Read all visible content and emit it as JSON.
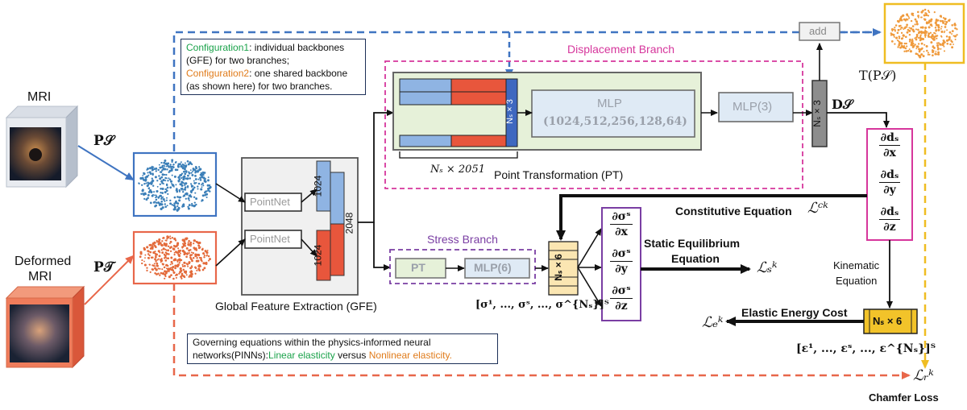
{
  "labels": {
    "mri": "MRI",
    "deformed_mri_line1": "Deformed",
    "deformed_mri_line2": "MRI",
    "ps": "P𝒮",
    "pt": "P𝒯",
    "pointnet_top": "PointNet",
    "pointnet_bottom": "PointNet",
    "feat_1024_top": "1024",
    "feat_1024_bottom": "1024",
    "feat_2048": "2048",
    "gfe": "Global Feature Extraction (GFE)",
    "displacement_branch": "Displacement Branch",
    "mlp_big_line1": "MLP",
    "mlp_big_line2": "(1024,512,256,128,64)",
    "mlp3": "MLP(3)",
    "ns_x3_left": "Nₛ × 3",
    "ns_x3_right": "Nₛ × 3",
    "ns_x_2051": "Nₛ × 2051",
    "point_transformation": "Point Transformation (PT)",
    "ds": "D𝒮",
    "add": "add",
    "t_ps": "T(P𝒮)",
    "stress_branch": "Stress Branch",
    "pt_small": "PT",
    "mlp6": "MLP(6)",
    "ns_x6_stress": "Nₛ × 6",
    "ns_x6_strain": "Nₛ × 6",
    "sigma_seq": "[σ¹, ..., σˢ, ..., σ^{Nₛ}]ᵀ",
    "eps_seq": "[ε¹, ..., εˢ, ..., ε^{Nₛ}]ᵀ",
    "constitutive": "Constitutive Equation",
    "lc": "ℒᶜᵏ",
    "static_eq_line1": "Static Equilibrium",
    "static_eq_line2": "Equation",
    "ls": "ℒₛᵏ",
    "kinematic_line1": "Kinematic",
    "kinematic_line2": "Equation",
    "elastic_energy": "Elastic Energy Cost",
    "le": "ℒₑᵏ",
    "lr": "ℒᵣᵏ",
    "chamfer": "Chamfer Loss",
    "dd_dx_num": "∂dₛ",
    "dd_dx_den": "∂x",
    "dd_dy_num": "∂dₛ",
    "dd_dy_den": "∂y",
    "dd_dz_num": "∂dₛ",
    "dd_dz_den": "∂z",
    "ds_dx_num": "∂σˢ",
    "ds_dx_den": "∂x",
    "ds_dy_num": "∂σˢ",
    "ds_dy_den": "∂y",
    "ds_dz_num": "∂σˢ",
    "ds_dz_den": "∂z"
  },
  "config_note": {
    "c1_name": "Configuration1",
    "c1_text": ": individual backbones (GFE) for two branches;",
    "c2_name": "Configuration2",
    "c2_text": ": one shared backbone (as shown here) for two branches."
  },
  "governing_note": {
    "text": "Governing equations within the physics-informed neural networks(PINNs):",
    "linear": "Linear elasticity",
    "versus": " versus ",
    "nonlinear": "Nonlinear elasticity."
  },
  "colors": {
    "blue_arrow": "#3f74c1",
    "orange_arrow": "#e8674a",
    "yellow_arrow": "#efbd22",
    "magenta_box": "#d6369c",
    "purple_box": "#7a3ea3",
    "green_fill": "#e6f1d9",
    "light_blue_block": "#8fb4e3",
    "red_block": "#e8563c",
    "cream_block": "#fbe6b2",
    "gold_block": "#f2c32a"
  }
}
